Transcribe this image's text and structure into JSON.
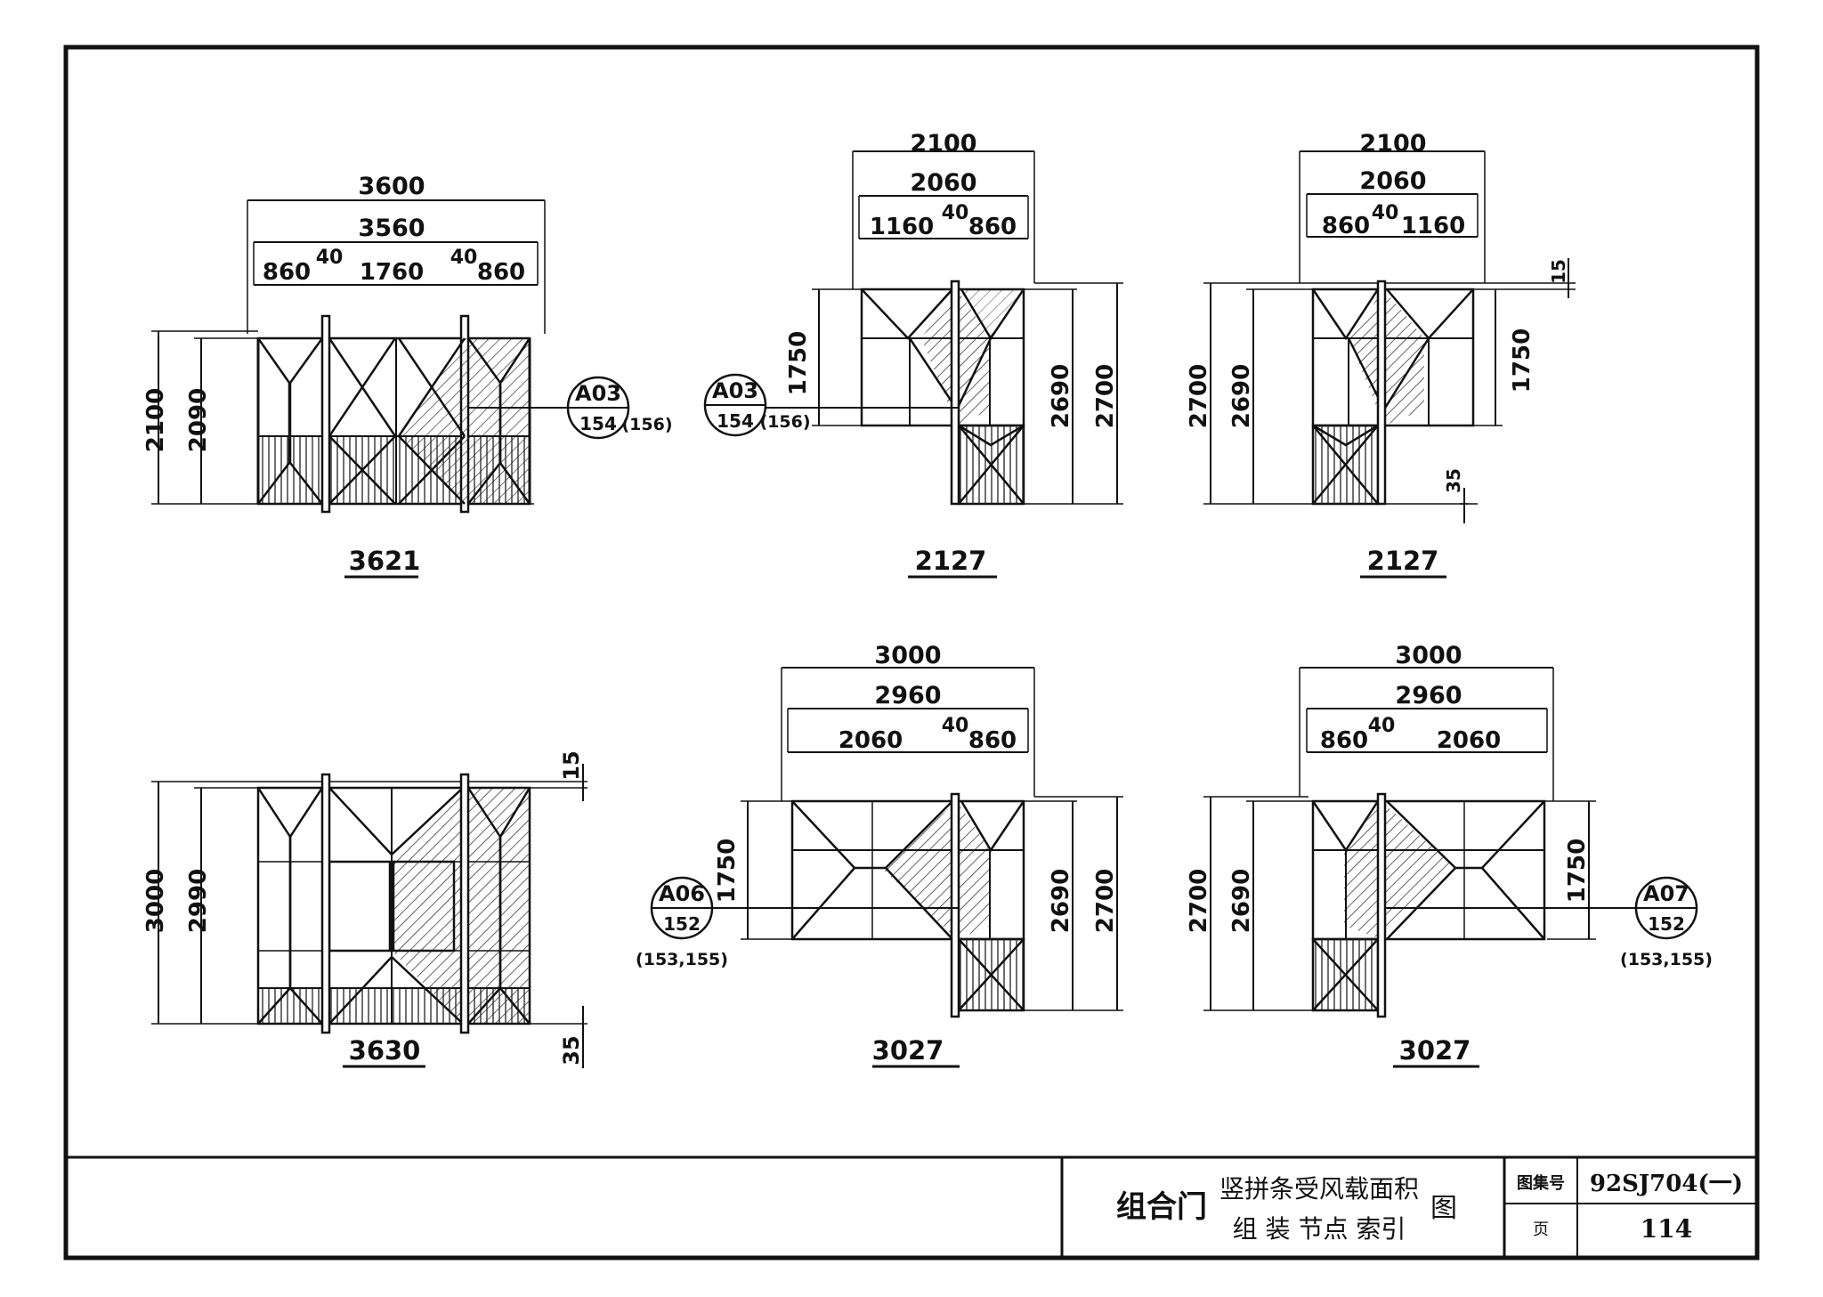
{
  "panels": [
    {
      "id": "3621",
      "label": "3621",
      "dims": {
        "overall": "3600",
        "inner": "3560",
        "leftLeaf": "860",
        "mullionA": "40",
        "center": "1760",
        "mullionB": "40",
        "rightLeaf": "860",
        "hOuter": "2100",
        "hInner": "2090"
      },
      "callout": {
        "code": "A03",
        "page": "154",
        "alt": "(156)"
      }
    },
    {
      "id": "2127a",
      "label": "2127",
      "dims": {
        "overall": "2100",
        "inner": "2060",
        "leftLeaf": "1160",
        "mullion": "40",
        "rightLeaf": "860",
        "upper": "1750",
        "hInner": "2690",
        "hOuter": "2700"
      },
      "callout": {
        "code": "A03",
        "page": "154",
        "alt": "(156)"
      }
    },
    {
      "id": "2127b",
      "label": "2127",
      "dims": {
        "overall": "2100",
        "inner": "2060",
        "leftLeaf": "860",
        "mullion": "40",
        "rightLeaf": "1160",
        "top": "15",
        "upper": "1750",
        "bottom": "35",
        "hOuter": "2700",
        "hInner": "2690"
      }
    },
    {
      "id": "3630",
      "label": "3630",
      "dims": {
        "hOuter": "3000",
        "hInner": "2990",
        "top": "15",
        "bottom": "35"
      }
    },
    {
      "id": "3027a",
      "label": "3027",
      "dims": {
        "overall": "3000",
        "inner": "2960",
        "leftLeaf": "2060",
        "mullion": "40",
        "rightLeaf": "860",
        "upper": "1750",
        "hInner": "2690",
        "hOuter": "2700"
      },
      "callout": {
        "code": "A06",
        "page": "152",
        "alt": "(153,155)"
      }
    },
    {
      "id": "3027b",
      "label": "3027",
      "dims": {
        "overall": "3000",
        "inner": "2960",
        "leftLeaf": "860",
        "mullion": "40",
        "rightLeaf": "2060",
        "hOuter": "2700",
        "hInner": "2690",
        "upper": "1750"
      },
      "callout": {
        "code": "A07",
        "page": "152",
        "alt": "(153,155)"
      }
    }
  ],
  "titleblock": {
    "main": "组合门",
    "line1": "竖拼条受风载面积",
    "line2": "组 装 节点 索引",
    "suffix": "图",
    "atlasLabel": "图集号",
    "atlasNo": "92SJ704(一)",
    "pageLabel": "页",
    "pageNo": "114"
  }
}
